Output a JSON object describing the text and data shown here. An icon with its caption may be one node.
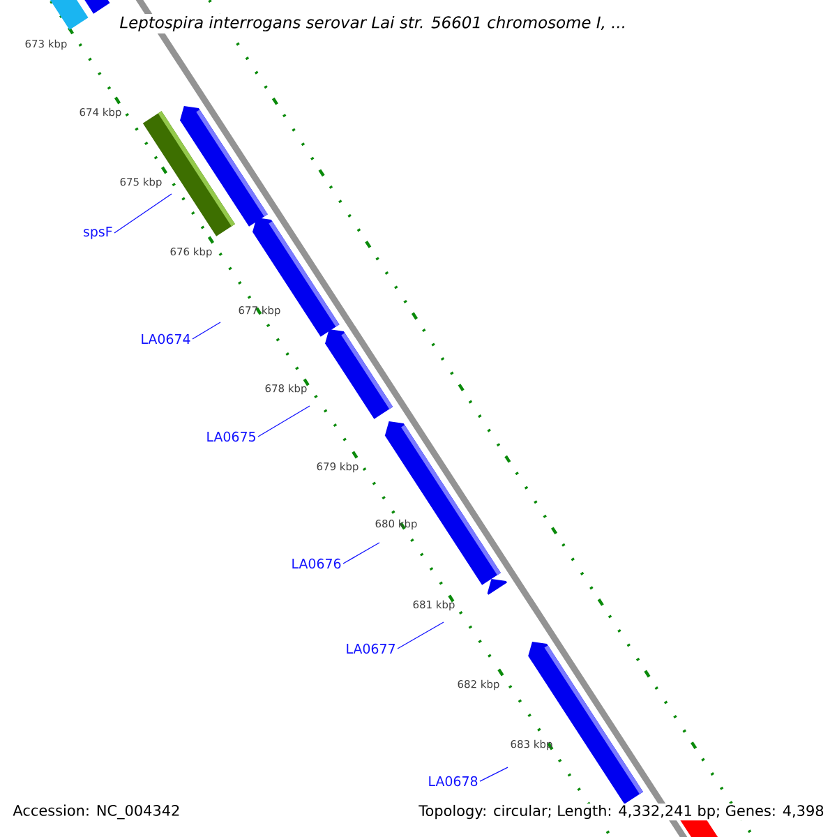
{
  "diagram": {
    "title": "*Leptospira interrogans* serovar Lai str. 56601 chromosome I, ...",
    "nodes": [
      {
        "text": [
          "spsF"
        ]
      },
      {
        "text": [
          "LA0674"
        ]
      },
      {
        "text": [
          "LA0675"
        ]
      },
      {
        "text": [
          "LA0676"
        ]
      },
      {
        "text": [
          "LA0677"
        ]
      },
      {
        "text": [
          "LA0678"
        ]
      }
    ],
    "edges": [
      {
        "from": 0,
        "to": null,
        "arrow": "none"
      },
      {
        "from": 1,
        "to": null,
        "arrow": "none"
      },
      {
        "from": 2,
        "to": null,
        "arrow": "none"
      },
      {
        "from": 3,
        "to": null,
        "arrow": "none"
      },
      {
        "from": 4,
        "to": null,
        "arrow": "none"
      },
      {
        "from": 5,
        "to": null,
        "arrow": "none"
      }
    ],
    "labels": [
      "673 kbp",
      "674 kbp",
      "675 kbp",
      "676 kbp",
      "677 kbp",
      "678 kbp",
      "679 kbp",
      "680 kbp",
      "681 kbp",
      "682 kbp",
      "683 kbp",
      "Accession: NC_004342",
      "Topology: circular; Length: 4,332,241 bp; Genes: 4,398"
    ]
  }
}
